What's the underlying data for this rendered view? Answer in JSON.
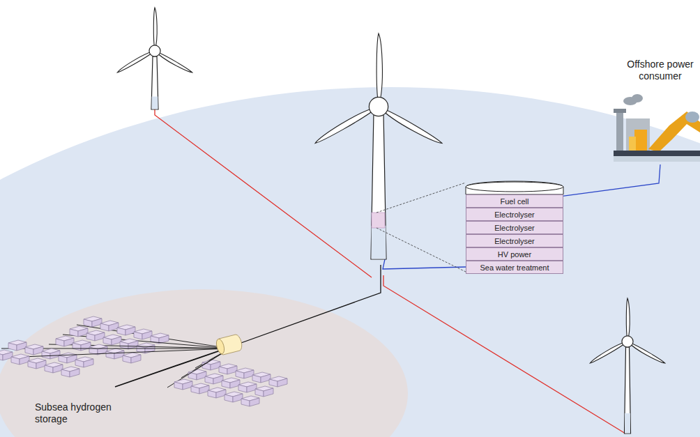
{
  "diagram": {
    "nodes": [
      {
        "text": [
          "Offshore power consumer"
        ]
      },
      {
        "text": [
          "Fuel cell"
        ]
      },
      {
        "text": [
          "Electrolyser"
        ]
      },
      {
        "text": [
          "Electrolyser"
        ]
      },
      {
        "text": [
          "Electrolyser"
        ]
      },
      {
        "text": [
          "HV power"
        ]
      },
      {
        "text": [
          "Sea water treatment"
        ]
      },
      {
        "text": [
          "Subsea hydrogen storage"
        ]
      }
    ]
  }
}
